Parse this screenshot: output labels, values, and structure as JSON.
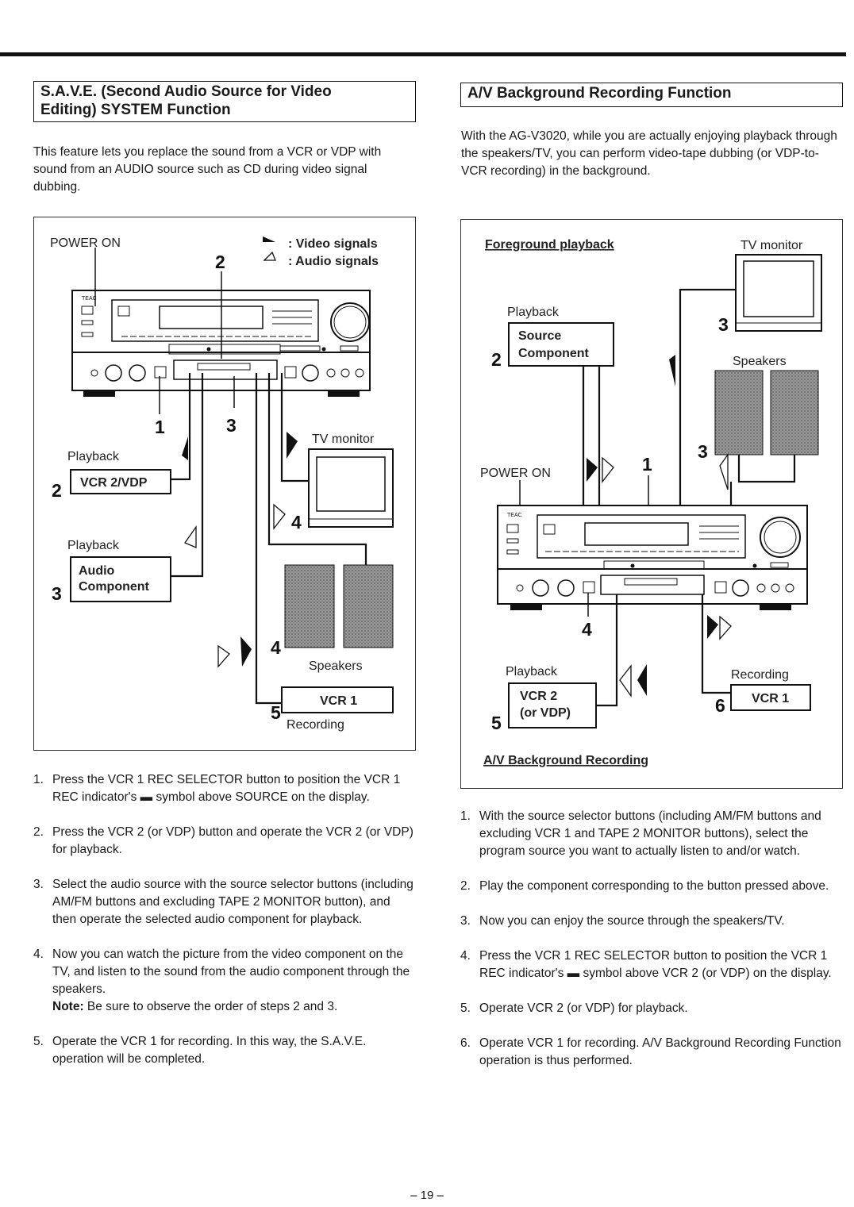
{
  "left": {
    "title_line1": "S.A.V.E. (Second Audio Source for Video",
    "title_line2": "Editing) SYSTEM Function",
    "intro": "This feature lets you replace the sound from a VCR or VDP with sound from an AUDIO source such as CD during video signal dubbing.",
    "figure": {
      "power_on": "POWER ON",
      "legend_video": ": Video signals",
      "legend_audio": ": Audio signals",
      "tv_monitor": "TV monitor",
      "speakers": "Speakers",
      "playback_1": "Playback",
      "vcr2vdp": "VCR 2/VDP",
      "playback_2": "Playback",
      "audio_component_1": "Audio",
      "audio_component_2": "Component",
      "vcr1": "VCR 1",
      "recording": "Recording",
      "brand": "TEAC",
      "n1": "1",
      "n2": "2",
      "n3": "3",
      "n4": "4",
      "n5": "5"
    },
    "steps": [
      {
        "n": "1.",
        "text": "Press the VCR 1 REC SELECTOR button to position the VCR 1 REC indicator's ▬ symbol above SOURCE on the display."
      },
      {
        "n": "2.",
        "text": "Press the VCR 2 (or VDP) button and operate the VCR 2 (or VDP) for playback."
      },
      {
        "n": "3.",
        "text": "Select the audio source with the source selector buttons (including AM/FM buttons and excluding TAPE 2 MONITOR button), and then operate the selected audio component for playback."
      },
      {
        "n": "4.",
        "text": "Now you can watch the picture from the video component on the TV, and listen to the sound from the audio component through the speakers.",
        "note_label": "Note:",
        "note": " Be sure to observe the order of steps 2 and 3."
      },
      {
        "n": "5.",
        "text": "Operate the VCR 1 for recording. In this way, the S.A.V.E. operation will be completed."
      }
    ]
  },
  "right": {
    "title": "A/V Background Recording Function",
    "intro": "With the AG-V3020, while you are actually enjoying playback through the speakers/TV, you can perform video-tape dubbing (or VDP-to-VCR recording) in the background.",
    "figure": {
      "foreground": "Foreground playback",
      "tv_monitor": "TV monitor",
      "playback_1": "Playback",
      "source_1": "Source",
      "source_2": "Component",
      "speakers": "Speakers",
      "power_on": "POWER ON",
      "playback_2": "Playback",
      "vcr2_1": "VCR 2",
      "vcr2_2": "(or VDP)",
      "recording": "Recording",
      "vcr1": "VCR 1",
      "bg": "A/V Background Recording",
      "brand": "TEAC",
      "n1": "1",
      "n2": "2",
      "n3": "3",
      "n4": "4",
      "n5": "5",
      "n6": "6"
    },
    "steps": [
      {
        "n": "1.",
        "text": "With the source selector buttons (including AM/FM buttons and excluding VCR 1 and TAPE 2 MONITOR buttons), select the program source you want to actually listen to and/or watch."
      },
      {
        "n": "2.",
        "text": "Play the component corresponding to the button pressed above."
      },
      {
        "n": "3.",
        "text": "Now you can enjoy the source through the speakers/TV."
      },
      {
        "n": "4.",
        "text": "Press the VCR 1 REC SELECTOR button to position the VCR 1 REC indicator's ▬ symbol above VCR 2 (or VDP) on the display."
      },
      {
        "n": "5.",
        "text": "Operate VCR 2 (or VDP) for playback."
      },
      {
        "n": "6.",
        "text": "Operate VCR 1 for recording. A/V Background Recording Function operation is thus performed."
      }
    ]
  },
  "page_number": "– 19 –"
}
